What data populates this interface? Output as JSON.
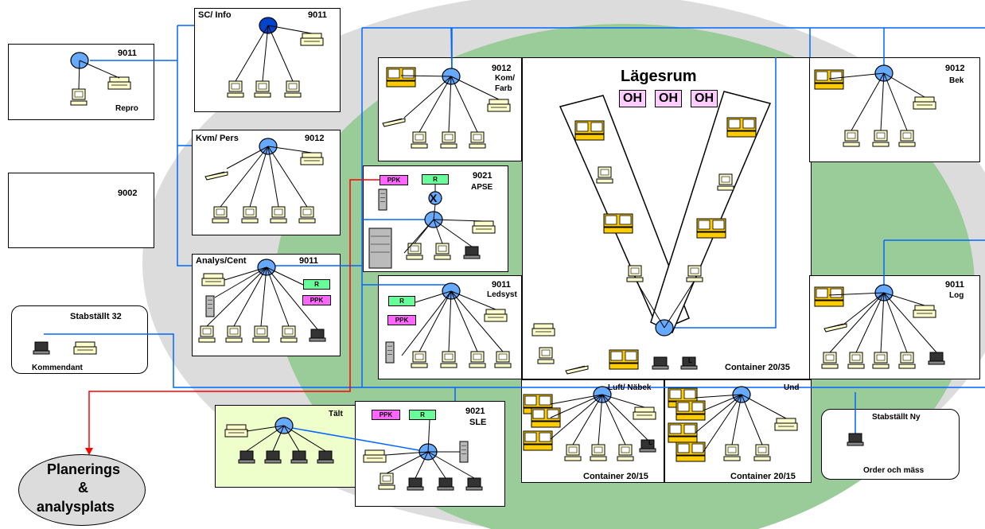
{
  "colors": {
    "ellipse_gray": "#dcdcdc",
    "green_area": "#99cc99",
    "link": "#0066ff",
    "red_link": "#ff0000",
    "hub": "#66aaff",
    "hub_dark": "#0044cc",
    "oh_fill": "#ffccff",
    "ppk_fill": "#ff66ff",
    "r_fill": "#66ff99",
    "tent_fill": "#eeffcc",
    "plan_fill": "#dcdcdc",
    "console_fill": "#ffcc00"
  },
  "icons": [
    "network-hub-icon",
    "pc-icon",
    "printer-icon",
    "scanner-icon",
    "laptop-icon",
    "server-icon",
    "console-icon",
    "crypto-x-icon"
  ],
  "nodes": {
    "repro": {
      "code": "9011",
      "label": "Repro"
    },
    "sc_info": {
      "title": "SC/ Info",
      "code": "9011"
    },
    "n9002": {
      "code": "9002"
    },
    "kvm_pers": {
      "title": "Kvm/ Pers",
      "code": "9012"
    },
    "analys_cent": {
      "title": "Analys/Cent",
      "code": "9011",
      "r": "R",
      "ppk": "PPK"
    },
    "stabstalt32": {
      "title": "Stabställt 32",
      "label": "Kommendant"
    },
    "kom_farb": {
      "code": "9012",
      "line1": "Kom/",
      "line2": "Farb"
    },
    "apse": {
      "code": "9021",
      "sub": "APSE",
      "ppk": "PPK",
      "r": "R",
      "x": "X"
    },
    "ledsyst": {
      "code": "9011",
      "sub": "Ledsyst",
      "r": "R",
      "ppk": "PPK"
    },
    "lagesrum": {
      "title": "Lägesrum",
      "oh": [
        "OH",
        "OH",
        "OH"
      ],
      "container": "Container 20/35",
      "l": "L"
    },
    "bek": {
      "code": "9012",
      "sub": "Bek"
    },
    "log": {
      "code": "9011",
      "sub": "Log"
    },
    "tent": {
      "title": "Tält"
    },
    "sle": {
      "code": "9021",
      "sub": "SLE",
      "ppk": "PPK",
      "r": "R"
    },
    "luft": {
      "title": "Luft/ Näbek",
      "container": "Container 20/15",
      "l": "L"
    },
    "und": {
      "title": "Und",
      "container": "Container 20/15"
    },
    "stabstalt_ny": {
      "title": "Stabställt Ny",
      "label": "Order och mäss"
    },
    "planering": {
      "line1": "Planerings",
      "line2": "&",
      "line3": "analysplats"
    }
  }
}
